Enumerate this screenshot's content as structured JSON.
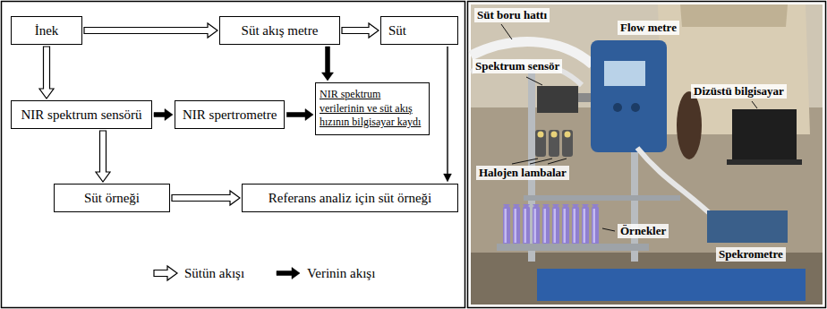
{
  "diagram": {
    "nodes": [
      {
        "text": [
          "İnek"
        ]
      },
      {
        "text": [
          "Süt akış metre"
        ]
      },
      {
        "text": [
          "Süt"
        ]
      },
      {
        "text": [
          "NIR spektrum sensörü"
        ]
      },
      {
        "text": [
          "NIR spertrometre"
        ]
      },
      {
        "text": [
          "NIR spektrum verilerinin ve süt akış hızının bilgisayar kaydı"
        ]
      },
      {
        "text": [
          "Süt örneği"
        ]
      },
      {
        "text": [
          "Referans analiz için süt örneği"
        ]
      }
    ],
    "edges": [
      {
        "from": 0,
        "to": 1,
        "arrow": "to"
      },
      {
        "from": 1,
        "to": 2,
        "arrow": "to"
      },
      {
        "from": 0,
        "to": 3,
        "arrow": "to"
      },
      {
        "from": 3,
        "to": 4,
        "arrow": "to"
      },
      {
        "from": 4,
        "to": 5,
        "arrow": "to"
      },
      {
        "from": 1,
        "to": 5,
        "arrow": "to"
      },
      {
        "from": 3,
        "to": 6,
        "arrow": "to"
      },
      {
        "from": 6,
        "to": 7,
        "arrow": "to"
      },
      {
        "from": 2,
        "to": 7,
        "arrow": "to"
      }
    ],
    "labels": [
      "Süt boru hattı",
      "Flow metre",
      "Spektrum sensör",
      "Dizüstü bilgisayar",
      "Halojen lambalar",
      "Örnekler",
      "Spekrometre"
    ],
    "legend": [
      {
        "text": "Sütün akışı"
      },
      {
        "text": "Verinin akışı"
      }
    ]
  }
}
